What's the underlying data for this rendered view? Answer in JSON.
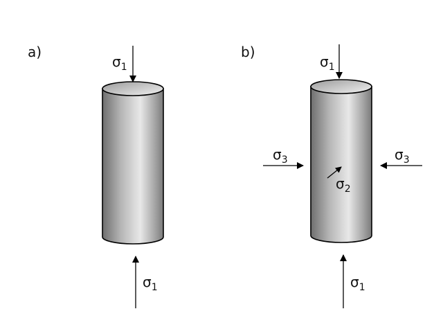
{
  "panels": [
    {
      "label": "a)"
    },
    {
      "label": "b)"
    }
  ],
  "stress": {
    "symbol": "σ",
    "sigma1_sub": "1",
    "sigma2_sub": "2",
    "sigma3_sub": "3"
  },
  "colors": {
    "arrow": "#000000",
    "cylinder_dark": "#7a7a7a",
    "cylinder_light": "#e6e6e6"
  }
}
